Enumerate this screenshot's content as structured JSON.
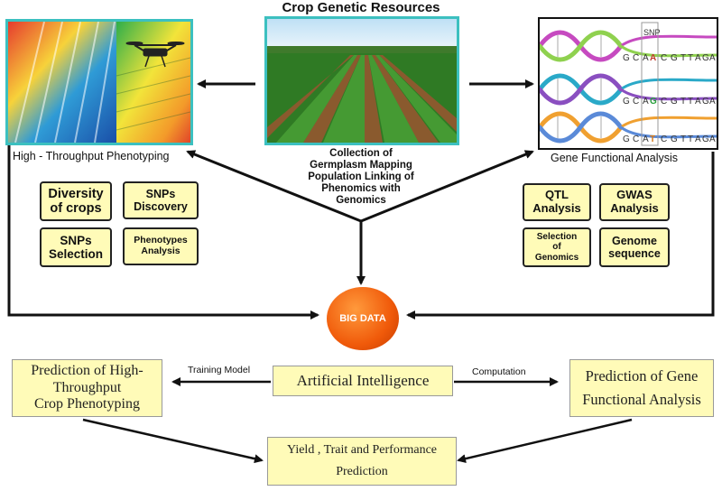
{
  "title": "Crop Genetic Resources",
  "left_caption": "High - Throughput Phenotyping",
  "right_caption": "Gene Functional Analysis",
  "center_caption": [
    "Collection of",
    "Germplasm Mapping",
    "Population Linking of",
    "Phenomics with",
    "Genomics"
  ],
  "left_boxes": [
    [
      "Diversity",
      "of crops"
    ],
    [
      "SNPs",
      "Discovery"
    ],
    [
      "SNPs",
      "Selection"
    ],
    [
      "Phenotypes",
      "Analysis"
    ]
  ],
  "right_boxes": [
    [
      "QTL",
      "Analysis"
    ],
    [
      "GWAS",
      "Analysis"
    ],
    [
      "Selection",
      "of",
      "Genomics"
    ],
    [
      "Genome",
      "sequence"
    ]
  ],
  "big_data": "BIG DATA",
  "ai": "Artificial Intelligence",
  "training_label": "Training Model",
  "computation_label": "Computation",
  "pred_left": [
    "Prediction of High-",
    "Throughput",
    "Crop Phenotyping"
  ],
  "pred_right": [
    "Prediction of Gene",
    "Functional Analysis"
  ],
  "yield": [
    "Yield , Trait and Performance",
    "Prediction"
  ],
  "dna": {
    "snp_label": "SNP",
    "row1": [
      "G",
      "C",
      "A",
      "A",
      "C",
      "G",
      "T",
      "T",
      "A",
      "G",
      "A"
    ],
    "row2": [
      "G",
      "C",
      "A",
      "G",
      "C",
      "G",
      "T",
      "T",
      "A",
      "G",
      "A"
    ],
    "row3": [
      "G",
      "C",
      "A",
      "T",
      "C",
      "G",
      "T",
      "T",
      "A",
      "G",
      "A"
    ]
  },
  "colors": {
    "accent_box": "#fffbb8",
    "frame": "#3cc0c0",
    "big_data": "#f05a0a"
  }
}
